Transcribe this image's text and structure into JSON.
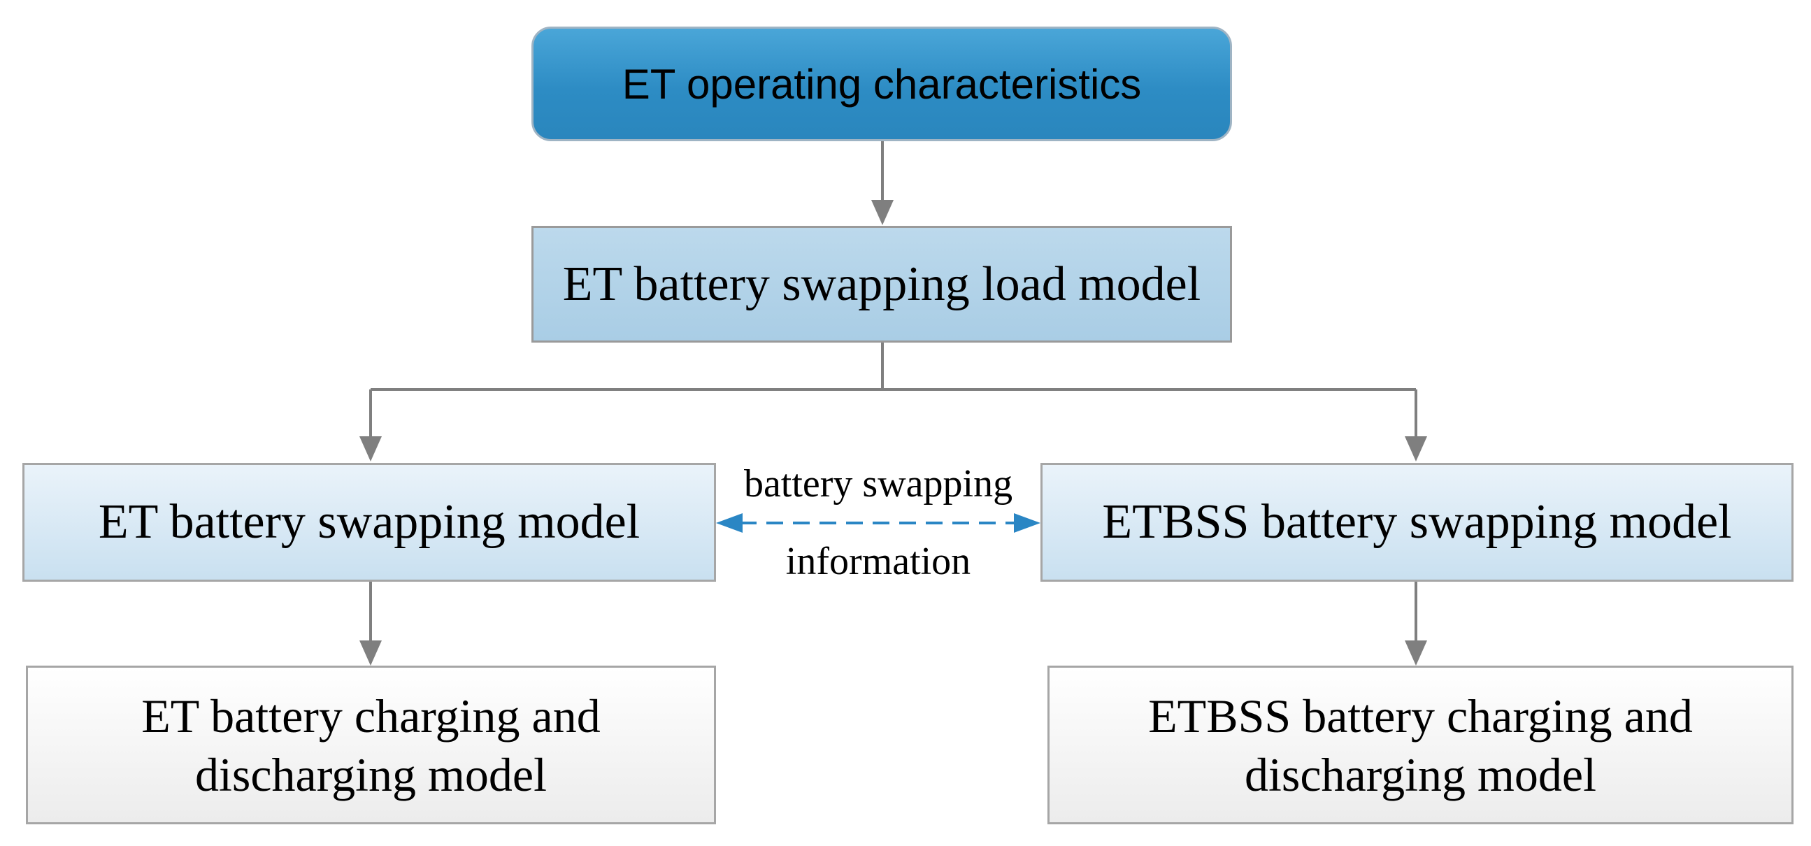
{
  "nodes": {
    "operating_characteristics": "ET operating characteristics",
    "swapping_load_model": "ET battery swapping load model",
    "et_swapping_model": "ET battery swapping model",
    "etbss_swapping_model": "ETBSS battery swapping model",
    "et_charging_model": {
      "line1": "ET battery charging and",
      "line2": "discharging model"
    },
    "etbss_charging_model": {
      "line1": "ETBSS battery charging and",
      "line2": "discharging model"
    }
  },
  "link": {
    "line1": "battery swapping",
    "line2": "information"
  },
  "colors": {
    "top_fill": "#2d8cc4",
    "second_fill": "#a9cde5",
    "middle_fill": "#c9e0f0",
    "bottom_fill": "#ececec",
    "arrow": "#7f7f7f",
    "dashed_link": "#2a86c4"
  }
}
